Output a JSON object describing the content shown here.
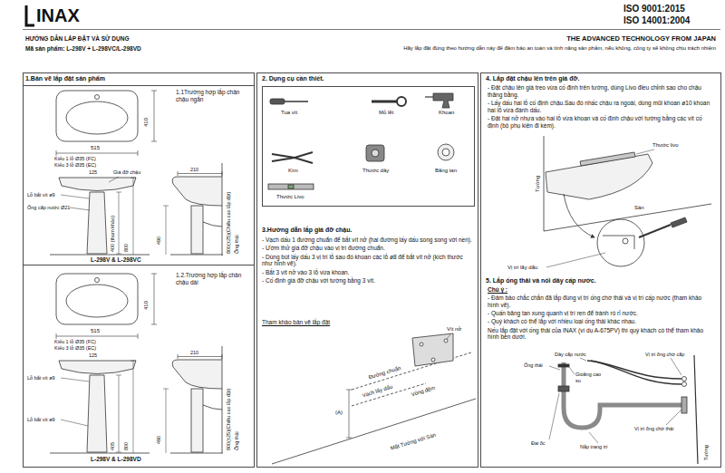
{
  "diagram": {
    "title": "HƯỚNG DẪN LẮP ĐẶT VÀ SỬ DỤNG",
    "nodes": [
      {
        "text": [
          "1.Bản vẽ lắp đặt sản phẩm"
        ]
      },
      {
        "text": [
          "1.1Trường hợp lắp chân chậu ngắn",
          "L-298V & L-298VC"
        ],
        "in": 0
      },
      {
        "text": [
          "1.2.Trường hợp lắp chân chậu dài",
          "L-298V & L-298VD"
        ],
        "in": 0
      },
      {
        "text": [
          "2. Dụng cụ cần thiết.",
          "3.Hướng dẫn lắp giá đỡ chậu.",
          "- Vạch dấu 1 đường chuẩn để bắt vít nở (hai đường lấy dấu song song với nền).",
          "- Ướm thử giá đỡ chậu vào vị trí đường chuẩn.",
          "- Dùng bút lấy dấu 3 vị trí lỗ sau đó khoan các lỗ ø8 để bắt vít nở (kích thước như hình vẽ).",
          "- Bắt 3 vít nở vào 3 lỗ vừa khoan.",
          "- Cố định giá đỡ chậu với tường bằng 3 vít.",
          "Tham khảo bản vẽ lắp đặt"
        ]
      },
      {
        "text": [
          "Tua vít",
          "Mỏ lết",
          "Khoan",
          "Kìm",
          "Thước dây",
          "Băng tan",
          "Thước Livo"
        ],
        "in": 3
      },
      {
        "text": [
          "4. Lắp đặt chậu lên trên giá đỡ.",
          "- Đặt chậu lên giá treo vừa cố định trên tường, dùng Livo điều chỉnh sao cho chậu thăng bằng.",
          "- Lấy dấu hai lỗ cố định chậu.Sau đó nhấc chậu ra ngoài, dùng mũi khoan ø10 khoan hai lỗ vừa đánh dấu.",
          "- Đặt hai nở nhựa vào hai lỗ vừa khoan và cố định chậu với tường bằng các vít cố định (bộ phụ kiện đi kèm).",
          "5. Lắp ống thải và nối dây cấp nước.",
          "Chú ý :",
          "- Đảm bảo chắc chắn đã lắp đúng vị trí ống chờ thải và vị trí cấp nước (tham khảo hình vẽ).",
          "- Quấn băng tan xung quanh vị trí ren để tránh rò rỉ nước.",
          "- Quý khách có thể lắp với nhiều loại ống thải khác nhau.",
          "Nếu lắp đặt với ống thải của INAX (ví dụ A-675PV) thì quý khách có thể tham khảo hình bên dưới."
        ]
      }
    ],
    "labels": [
      "INAX",
      "ISO 9001:2015",
      "ISO 14001:2004",
      "Mã sản phẩm: L-298V + L-298VC/L-298VD",
      "THE ADVANCED TECHNOLOGY FROM JAPAN",
      "Hãy lắp đặt đúng theo hướng dẫn này để đảm bảo an toàn và tính năng sản phẩm, nếu không, công ty sẽ không chịu trách nhiệm",
      "515",
      "410",
      "Kiểu 1 lỗ Ø35 (FC)",
      "Kiểu 3 lỗ Ø35 (EC)",
      "125",
      "Giá đỡ chậu",
      "Lỗ bắt vít ø9",
      "Ống cấp nước Ø21",
      "400 (tham khảo)",
      "800",
      "490",
      "210",
      "800(±25)(Chiều cao lắp đặt)",
      "Ống thải",
      "515",
      "410",
      "Kiểu 1 lỗ Ø35 (FC)",
      "Kiểu 3 lỗ Ø35 (EC)",
      "125",
      "Lỗ bắt vít ø9",
      "Lỗ bắt vít ø9",
      "405",
      "800",
      "490",
      "210",
      "800(±25)(Chiều cao lắp đặt)",
      "Ống thải",
      "Vít nở",
      "Đường chuẩn",
      "Vạch lấy dấu",
      "Vòng đệm",
      "(A)",
      "Mặt Tường với Sàn",
      "Thước livo",
      "Tường",
      "Sàn",
      "Vị trí lấy dấu",
      "Ống thải",
      "Dây cấp nước",
      "Vị trí ống chờ cấp",
      "Gioăng cao su",
      "Đai ốc",
      "Nắp trang trí",
      "Vị trí ống chờ thải",
      "Tường"
    ]
  }
}
